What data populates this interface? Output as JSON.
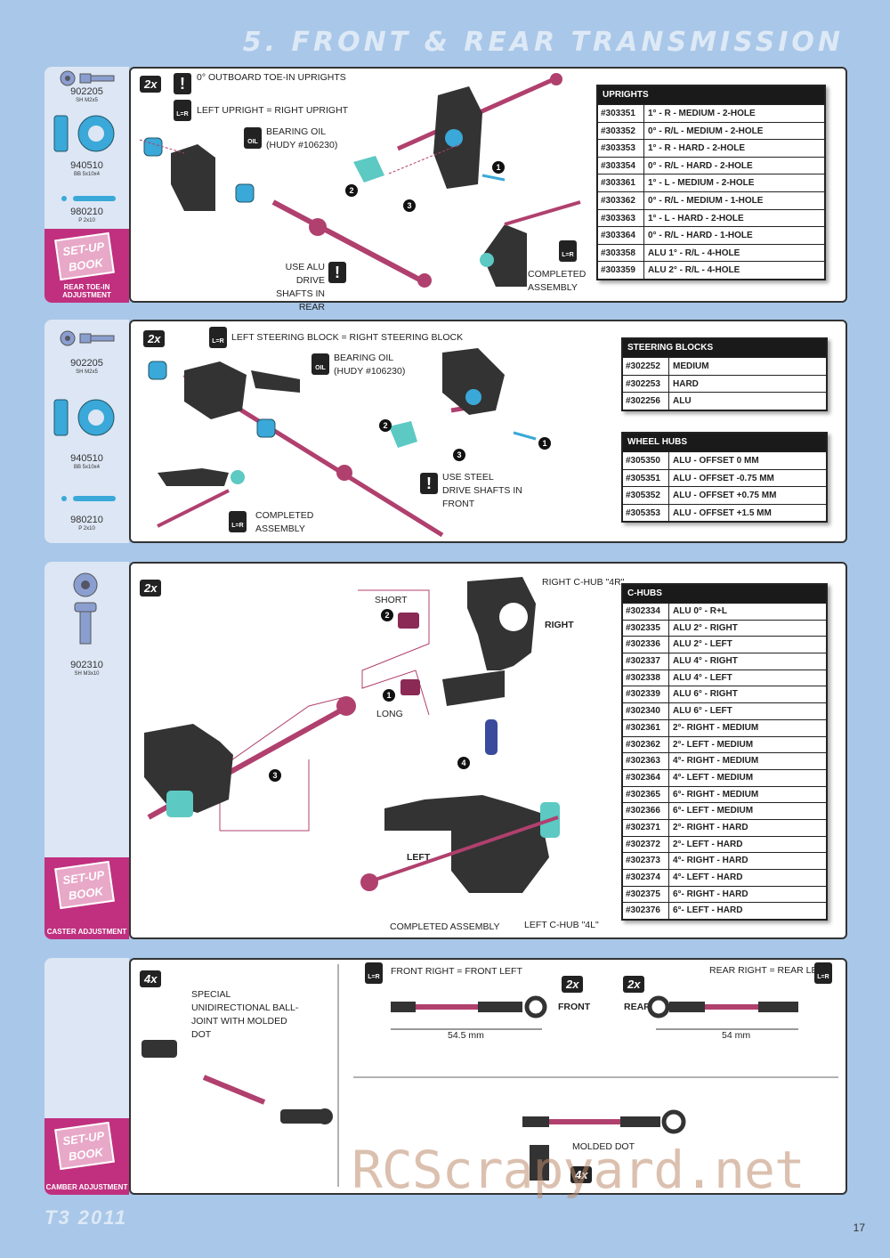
{
  "page": {
    "title": "5. FRONT & REAR TRANSMISSION",
    "footer_logo": "T3 2011",
    "page_number": "17",
    "watermark": "RCScrapyard.net"
  },
  "sec1": {
    "parts": [
      {
        "num": "902205",
        "sub": "SH M2x5"
      },
      {
        "num": "940510",
        "sub": "BB 5x10x4"
      },
      {
        "num": "980210",
        "sub": "P 2x10"
      }
    ],
    "setup_caption": "REAR TOE-IN ADJUSTMENT",
    "setup_book": "SET-UP BOOK",
    "qty": "2x",
    "note_toe": "0° OUTBOARD TOE-IN UPRIGHTS",
    "note_lr": "LEFT UPRIGHT = RIGHT UPRIGHT",
    "note_oil": "BEARING OIL (HUDY #106230)",
    "note_alu": "USE ALU DRIVE SHAFTS IN REAR",
    "note_completed": "COMPLETED ASSEMBLY",
    "steps": [
      "1",
      "2",
      "3"
    ],
    "oil_label": "OIL",
    "lr_label": "L=R",
    "table": {
      "header": "UPRIGHTS",
      "rows": [
        [
          "#303351",
          "1° - R - MEDIUM - 2-HOLE"
        ],
        [
          "#303352",
          "0° - R/L - MEDIUM - 2-HOLE"
        ],
        [
          "#303353",
          "1° - R - HARD - 2-HOLE"
        ],
        [
          "#303354",
          "0° - R/L - HARD - 2-HOLE"
        ],
        [
          "#303361",
          "1° - L - MEDIUM - 2-HOLE"
        ],
        [
          "#303362",
          "0° - R/L - MEDIUM - 1-HOLE"
        ],
        [
          "#303363",
          "1° - L - HARD - 2-HOLE"
        ],
        [
          "#303364",
          "0° - R/L - HARD - 1-HOLE"
        ],
        [
          "#303358",
          "ALU 1° - R/L - 4-HOLE"
        ],
        [
          "#303359",
          "ALU 2° - R/L - 4-HOLE"
        ]
      ]
    }
  },
  "sec2": {
    "parts": [
      {
        "num": "902205",
        "sub": "SH M2x5"
      },
      {
        "num": "940510",
        "sub": "BB 5x10x4"
      },
      {
        "num": "980210",
        "sub": "P 2x10"
      }
    ],
    "qty": "2x",
    "note_lr": "LEFT STEERING BLOCK = RIGHT STEERING BLOCK",
    "note_oil": "BEARING OIL (HUDY #106230)",
    "note_steel": "USE STEEL DRIVE SHAFTS IN FRONT",
    "note_completed": "COMPLETED ASSEMBLY",
    "table1": {
      "header": "STEERING BLOCKS",
      "rows": [
        [
          "#302252",
          "MEDIUM"
        ],
        [
          "#302253",
          "HARD"
        ],
        [
          "#302256",
          "ALU"
        ]
      ]
    },
    "table2": {
      "header": "WHEEL HUBS",
      "rows": [
        [
          "#305350",
          "ALU - OFFSET 0 MM"
        ],
        [
          "#305351",
          "ALU - OFFSET -0.75 MM"
        ],
        [
          "#305352",
          "ALU - OFFSET +0.75 MM"
        ],
        [
          "#305353",
          "ALU - OFFSET +1.5 MM"
        ]
      ]
    }
  },
  "sec3": {
    "parts": [
      {
        "num": "902310",
        "sub": "SH M3x10"
      }
    ],
    "setup_caption": "CASTER ADJUSTMENT",
    "setup_book": "SET-UP BOOK",
    "qty": "2x",
    "short": "SHORT",
    "long": "LONG",
    "right_chub": "RIGHT C-HUB \"4R\"",
    "right": "RIGHT",
    "left": "LEFT",
    "completed": "COMPLETED ASSEMBLY",
    "left_chub": "LEFT C-HUB  \"4L\"",
    "steps": [
      "2",
      "1",
      "4",
      "3"
    ],
    "table": {
      "header": "C-HUBS",
      "rows": [
        [
          "#302334",
          "ALU 0° - R+L"
        ],
        [
          "#302335",
          "ALU 2° - RIGHT"
        ],
        [
          "#302336",
          "ALU 2° - LEFT"
        ],
        [
          "#302337",
          "ALU 4° - RIGHT"
        ],
        [
          "#302338",
          "ALU 4° - LEFT"
        ],
        [
          "#302339",
          "ALU 6° - RIGHT"
        ],
        [
          "#302340",
          "ALU 6° - LEFT"
        ],
        [
          "#302361",
          "2°- RIGHT - MEDIUM"
        ],
        [
          "#302362",
          "2°- LEFT - MEDIUM"
        ],
        [
          "#302363",
          "4°- RIGHT - MEDIUM"
        ],
        [
          "#302364",
          "4°- LEFT - MEDIUM"
        ],
        [
          "#302365",
          "6°- RIGHT - MEDIUM"
        ],
        [
          "#302366",
          "6°- LEFT - MEDIUM"
        ],
        [
          "#302371",
          "2°- RIGHT - HARD"
        ],
        [
          "#302372",
          "2°- LEFT - HARD"
        ],
        [
          "#302373",
          "4°- RIGHT - HARD"
        ],
        [
          "#302374",
          "4°- LEFT - HARD"
        ],
        [
          "#302375",
          "6°- RIGHT - HARD"
        ],
        [
          "#302376",
          "6°- LEFT - HARD"
        ]
      ]
    }
  },
  "sec4": {
    "setup_caption": "CAMBER ADJUSTMENT",
    "setup_book": "SET-UP BOOK",
    "qty": "4x",
    "note_joint": "SPECIAL   UNIDIRECTIONAL BALL-JOINT WITH MOLDED DOT",
    "front_eq": "FRONT RIGHT = FRONT LEFT",
    "rear_eq": "REAR RIGHT = REAR LEFT",
    "front_qty": "2x",
    "rear_qty": "2x",
    "front": "FRONT",
    "rear": "REAR",
    "front_len": "54.5 mm",
    "rear_len": "54 mm",
    "molded": "MOLDED DOT",
    "qty2": "4x"
  },
  "colors": {
    "bg": "#a9c7e8",
    "pink": "#c0307f",
    "part_blue": "#3aa8d8",
    "shaft": "#b0406e",
    "dark": "#2a2a2a"
  }
}
